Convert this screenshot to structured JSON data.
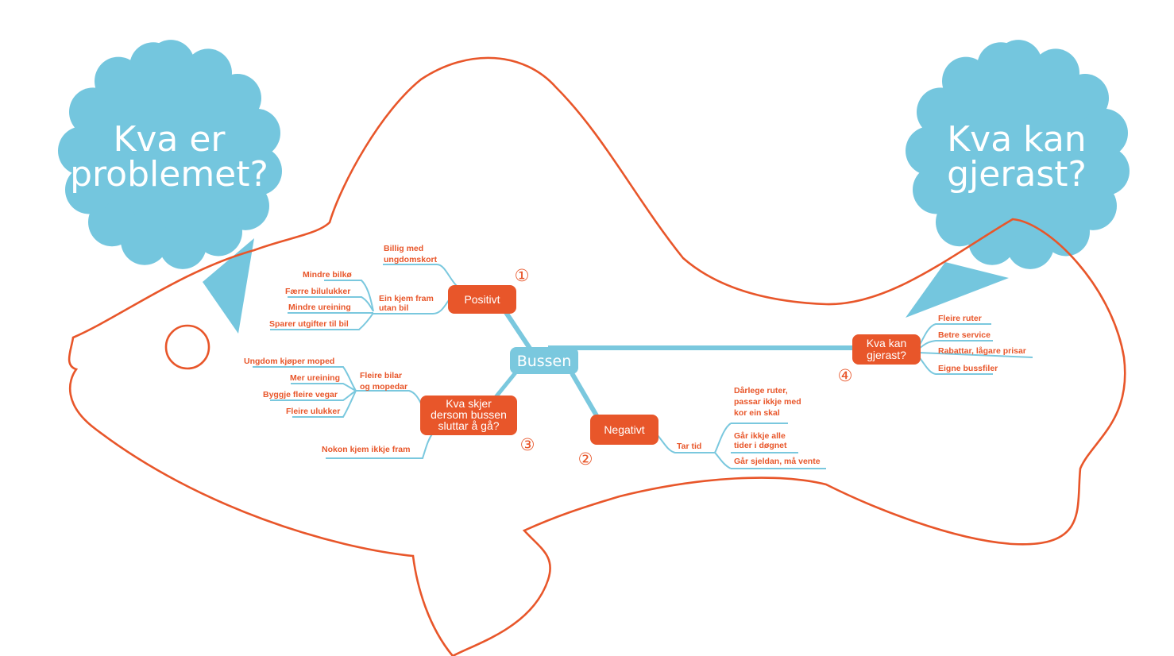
{
  "clouds": {
    "left": {
      "line1": "Kva er",
      "line2": "problemet?"
    },
    "right": {
      "line1": "Kva kan",
      "line2": "gjerast?"
    }
  },
  "center": "Bussen",
  "nodes": {
    "positivt": "Positivt",
    "negativt": "Negativt",
    "skjer": {
      "line1": "Kva skjer",
      "line2": "dersom bussen",
      "line3": "sluttar å gå?"
    },
    "gjerast": {
      "line1": "Kva kan",
      "line2": "gjerast?"
    }
  },
  "numbers": {
    "n1": "①",
    "n2": "②",
    "n3": "③",
    "n4": "④"
  },
  "positivt_branch": {
    "billig": {
      "line1": "Billig med",
      "line2": "ungdomskort"
    },
    "eink": {
      "line1": "Ein kjem fram",
      "line2": "utan bil"
    },
    "leaves": [
      "Mindre bilkø",
      "Færre bilulukker",
      "Mindre ureining",
      "Sparer utgifter til bil"
    ]
  },
  "skjer_branch": {
    "fleire": {
      "line1": "Fleire bilar",
      "line2": "og mopedar"
    },
    "leaves": [
      "Ungdom kjøper moped",
      "Mer ureining",
      "Byggje fleire vegar",
      "Fleire ulukker"
    ],
    "nokon": "Nokon kjem ikkje fram"
  },
  "negativt_branch": {
    "tartid": "Tar tid",
    "darlege": {
      "line1": "Dårlege ruter,",
      "line2": "passar ikkje med",
      "line3": "kor ein skal"
    },
    "garikkje": {
      "line1": "Går ikkje alle",
      "line2": "tider i døgnet"
    },
    "sjeldan": "Går sjeldan, må vente"
  },
  "gjerast_branch": {
    "leaves": [
      "Fleire ruter",
      "Betre service",
      "Rabattar, lågare prisar",
      "Eigne bussfiler"
    ]
  },
  "colors": {
    "orange": "#e8562a",
    "blue": "#7ac8de",
    "bubble": "#74c6de"
  }
}
